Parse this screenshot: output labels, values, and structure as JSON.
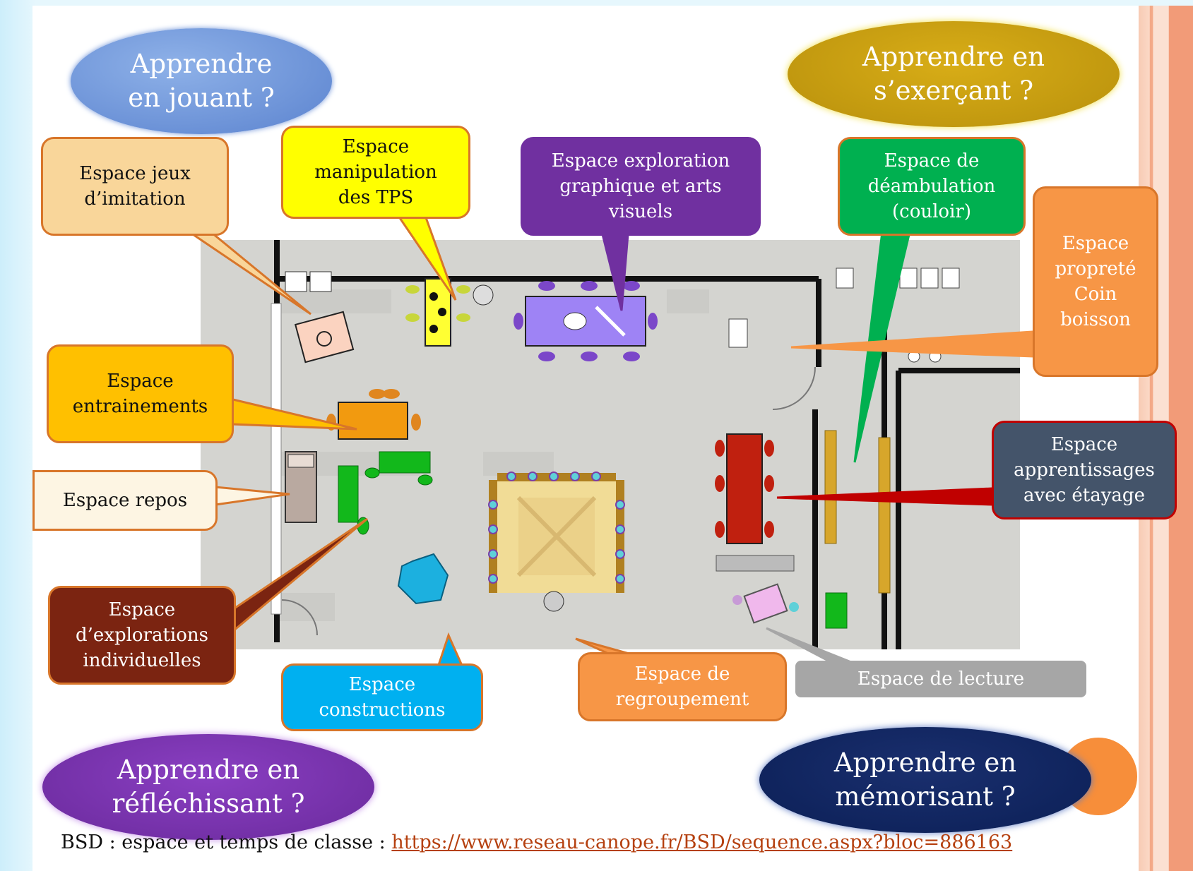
{
  "ovals": {
    "top_left": "Apprendre\nen jouant ?",
    "top_right": "Apprendre en\ns’exerçant ?",
    "bottom_left": "Apprendre en\nréfléchissant ?",
    "bottom_right": "Apprendre en\nmémorisant ?"
  },
  "spaces": {
    "jeux_imitation": "Espace jeux\nd’imitation",
    "manipulation": "Espace\nmanipulation\ndes TPS",
    "exploration_graphique": "Espace exploration\ngraphique et arts\nvisuels",
    "deambulation": "Espace de\ndéambulation\n(couloir)",
    "proprete": "Espace\npropreté\nCoin\nboisson",
    "entrainements": "Espace\nentrainements",
    "repos": "Espace repos",
    "apprentissages": "Espace\napprentissages\navec étayage",
    "explorations_individuelles": "Espace\nd’explorations\nindividuelles",
    "constructions": "Espace\nconstructions",
    "regroupement": "Espace de\nregroupement",
    "lecture": "Espace de lecture"
  },
  "footer": {
    "text": "BSD : espace et temps de classe : ",
    "link": "https://www.reseau-canope.fr/BSD/sequence.aspx?bloc=886163"
  },
  "colors": {
    "jeux_imitation": "#f9d69a",
    "manipulation": "#ffff00",
    "exploration_graphique": "#7030a0",
    "deambulation": "#00b050",
    "proprete": "#f79646",
    "entrainements": "#ffc000",
    "repos": "#fdf5e3",
    "apprentissages": "#44546a",
    "explorations_individuelles": "#7b2411",
    "constructions": "#00b0f0",
    "regroupement": "#f79646",
    "lecture": "#a6a6a6"
  }
}
